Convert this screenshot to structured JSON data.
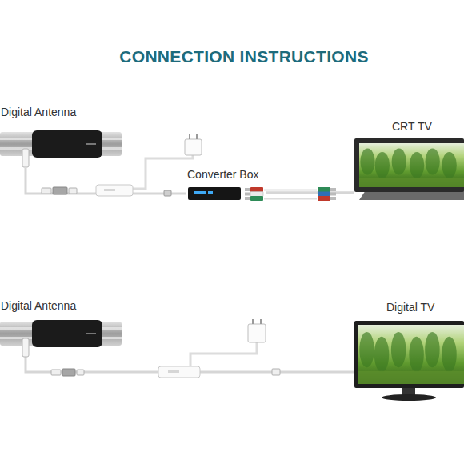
{
  "diagram": {
    "title": "CONNECTION INSTRUCTIONS",
    "nodes": [
      {
        "text": [
          "Digital Antenna"
        ]
      },
      {
        "text": [
          "Converter Box"
        ]
      },
      {
        "text": [
          "CRT TV"
        ]
      },
      {
        "text": [
          "Digital Antenna"
        ]
      },
      {
        "text": [
          "Digital TV"
        ]
      }
    ],
    "edges": [
      {
        "from": 0,
        "to": 1,
        "arrow": "none"
      },
      {
        "from": 1,
        "to": 2,
        "arrow": "none"
      },
      {
        "from": 3,
        "to": 4,
        "arrow": "none"
      }
    ]
  }
}
